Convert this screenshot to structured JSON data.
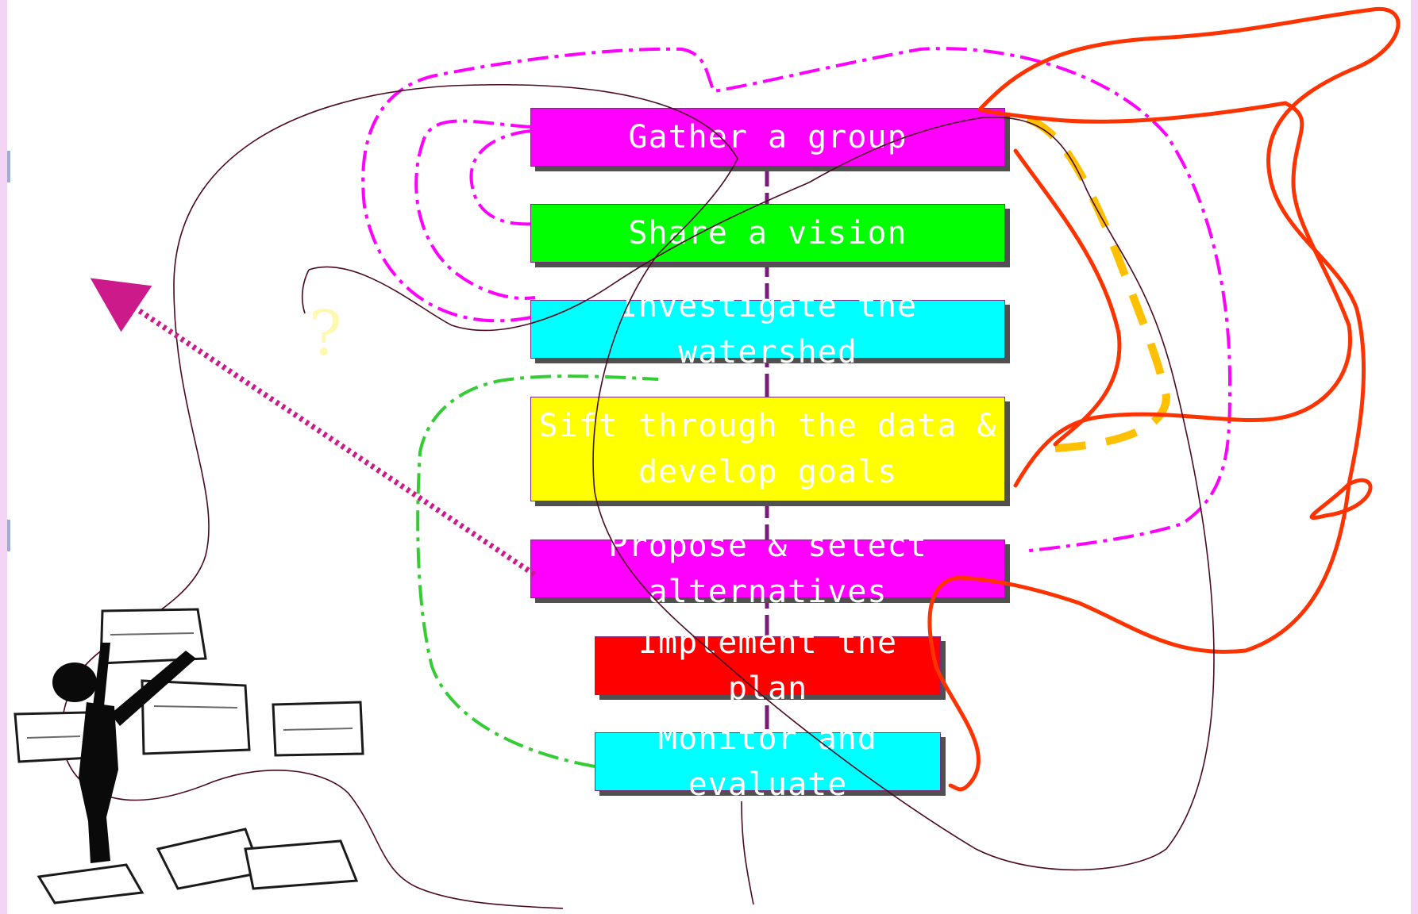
{
  "diagram": {
    "steps": [
      {
        "label": "Gather a group",
        "color": "#ff00ff"
      },
      {
        "label": "Share a vision",
        "color": "#00ff00"
      },
      {
        "label": "Investigate the watershed",
        "color": "#00ffff"
      },
      {
        "label": "Sift through the data &\ndevelop goals",
        "color": "#ffff00"
      },
      {
        "label": "Propose & select alternatives",
        "color": "#ff00ff"
      },
      {
        "label": "Implement the plan",
        "color": "#ff0000"
      },
      {
        "label": "Monitor and evaluate",
        "color": "#00ffff"
      }
    ],
    "connector_color": "#7a1a7a",
    "question_mark": "?",
    "annotation_colors": {
      "magenta_dashdot": "#ff00ff",
      "green_dashdot": "#33cc33",
      "red_scribble": "#ff3300",
      "orange_dashed": "#ffc000",
      "dark_line": "#4a0a20",
      "dotted_arrow": "#cc1a8a"
    }
  },
  "clipart": {
    "icon": "person-with-papers-icon"
  }
}
